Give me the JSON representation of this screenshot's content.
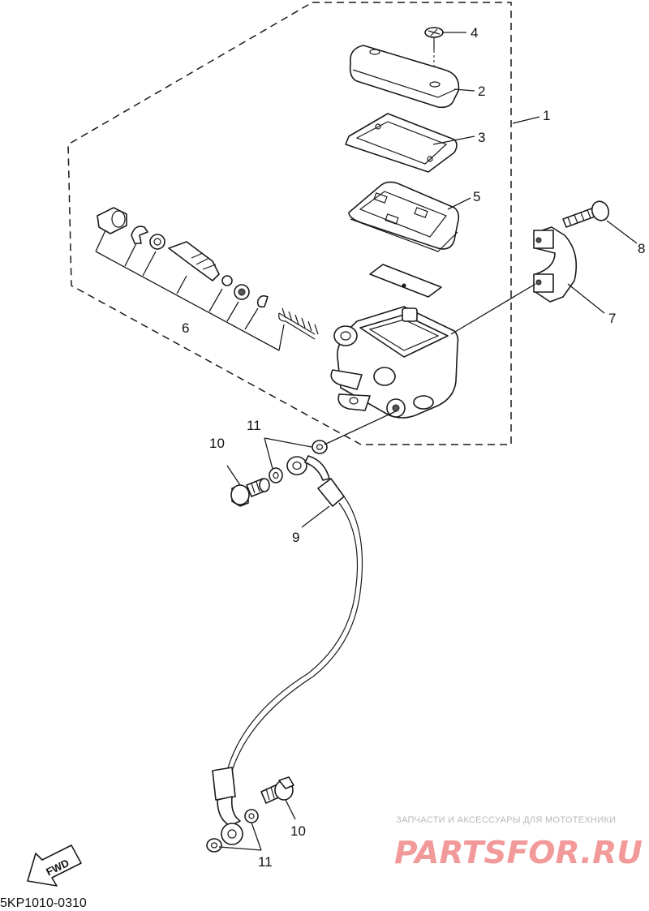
{
  "callouts": {
    "p1": "1",
    "p2": "2",
    "p3": "3",
    "p4": "4",
    "p5": "5",
    "p6": "6",
    "p7": "7",
    "p8": "8",
    "p9": "9",
    "p10_top": "10",
    "p10_bottom": "10",
    "p11_top": "11",
    "p11_bottom": "11"
  },
  "direction_badge": "FWD",
  "diagram_code": "5KP1010-0310",
  "watermark": {
    "tagline": "ЗАПЧАСТИ И АКСЕССУАРЫ ДЛЯ МОТОТЕХНИКИ",
    "logo": "PARTSFOR.RU"
  },
  "colors": {
    "line": "#1a1a1a",
    "watermark_logo": "#f29a9a",
    "watermark_text": "#b9b9b9"
  }
}
